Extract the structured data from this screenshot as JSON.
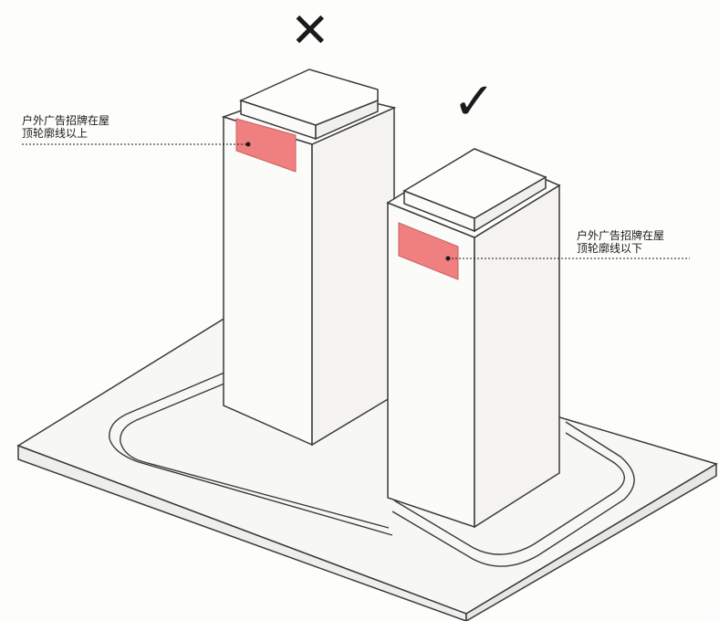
{
  "illustration": {
    "marks": {
      "wrong": "✕",
      "right": "✓"
    },
    "labels": {
      "above": {
        "line1": "户外广告招牌在屋",
        "line2": "顶轮廓线以上"
      },
      "below": {
        "line1": "户外广告招牌在屋",
        "line2": "顶轮廓线以下"
      }
    },
    "colors": {
      "signboard": "#f08080",
      "building_front": "#fbfbfa",
      "building_side": "#f4f3f1",
      "outline": "#3a3a3a",
      "ground": "#f6f6f4"
    }
  }
}
